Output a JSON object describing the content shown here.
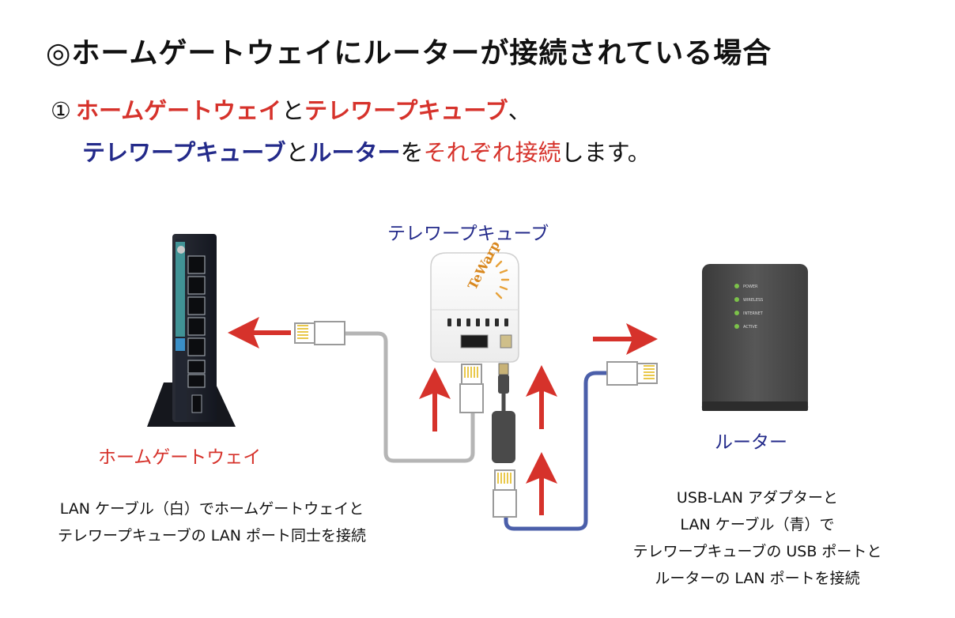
{
  "title": "◎ホームゲートウェイにルーターが接続されている場合",
  "step": {
    "number": "①",
    "line1": [
      {
        "text": "ホームゲートウェイ",
        "style": "red"
      },
      {
        "text": "と",
        "style": "plain"
      },
      {
        "text": "テレワープキューブ",
        "style": "red"
      },
      {
        "text": "、",
        "style": "plain"
      }
    ],
    "line2": [
      {
        "text": "テレワープキューブ",
        "style": "navy"
      },
      {
        "text": "と",
        "style": "plain"
      },
      {
        "text": "ルーター",
        "style": "navy"
      },
      {
        "text": "を",
        "style": "plain"
      },
      {
        "text": "それぞれ接続",
        "style": "red-plain"
      },
      {
        "text": "します。",
        "style": "plain"
      }
    ]
  },
  "devices": {
    "home_gateway": "ホームゲートウェイ",
    "cube": "テレワープキューブ",
    "router": "ルーター"
  },
  "router_leds": [
    "POWER",
    "WIRELESS",
    "INTERNET",
    "ACTIVE"
  ],
  "cube_logo": "TeWarp",
  "descriptions": {
    "left": [
      "LAN ケーブル（白）でホームゲートウェイと",
      "テレワープキューブの LAN ポート同士を接続"
    ],
    "right": [
      "USB-LAN アダプターと",
      "LAN ケーブル（青）で",
      "テレワープキューブの USB ポートと",
      "ルーターの LAN ポートを接続"
    ]
  },
  "colors": {
    "red": "#d6322b",
    "navy": "#232a8a",
    "white_cable": "#b5b5b5",
    "blue_cable": "#4b5faa",
    "connector_gold": "#e9c84a"
  }
}
